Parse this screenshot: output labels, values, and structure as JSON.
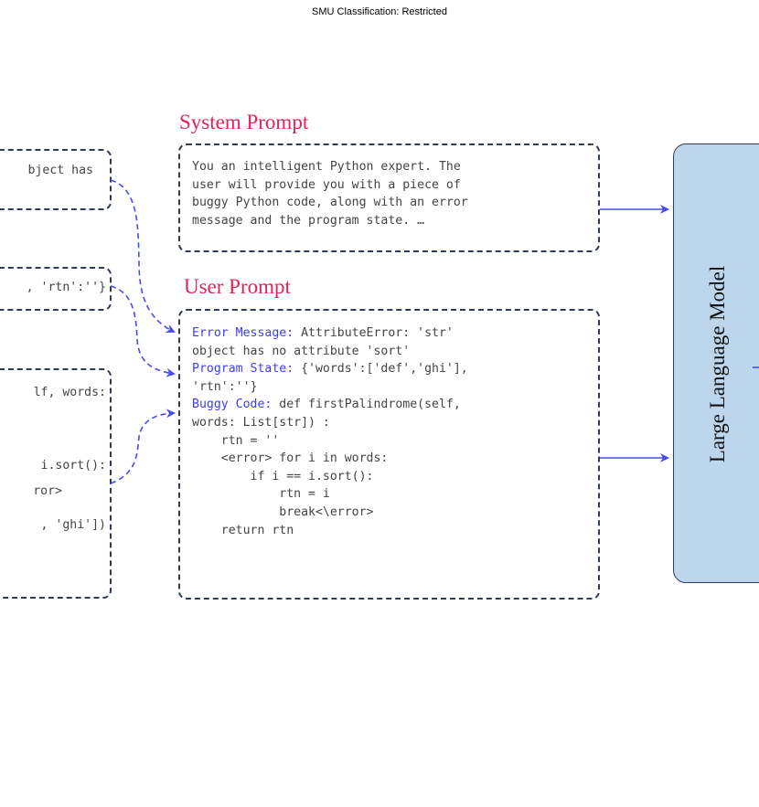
{
  "header": {
    "classification": "SMU Classification: Restricted"
  },
  "left_panel": {
    "error_fragment": "bject has",
    "state_fragment": ", 'rtn':''}",
    "code_fragments": [
      "lf, words:",
      "",
      "",
      "i.sort():",
      "ror>",
      "",
      ", 'ghi'])"
    ]
  },
  "system_prompt": {
    "heading": "System Prompt",
    "lines": [
      "You an intelligent Python expert. The",
      "user will provide you with a piece of",
      "buggy Python code, along with an error",
      "message and the program state. …"
    ]
  },
  "user_prompt": {
    "heading": "User Prompt",
    "error_label": "Error Message:",
    "error_line1": " AttributeError: 'str'",
    "error_line2": "object has no attribute 'sort'",
    "state_label": "Program State:",
    "state_line1": " {'words':['def','ghi'],",
    "state_line2": "'rtn':''}",
    "code_label": "Buggy Code:",
    "code_line1": " def firstPalindrome(self,",
    "code_lines": [
      "words: List[str]) :",
      "    rtn = ''",
      "    <error> for i in words:",
      "        if i == i.sort():",
      "            rtn = i",
      "            break<\\error>",
      "    return rtn"
    ]
  },
  "model": {
    "label": "Large Language Model"
  },
  "colors": {
    "arrow": "#4a4af5",
    "heading": "#e0235a",
    "box_border": "#2f3b52",
    "model_fill": "#bdd6ec"
  }
}
